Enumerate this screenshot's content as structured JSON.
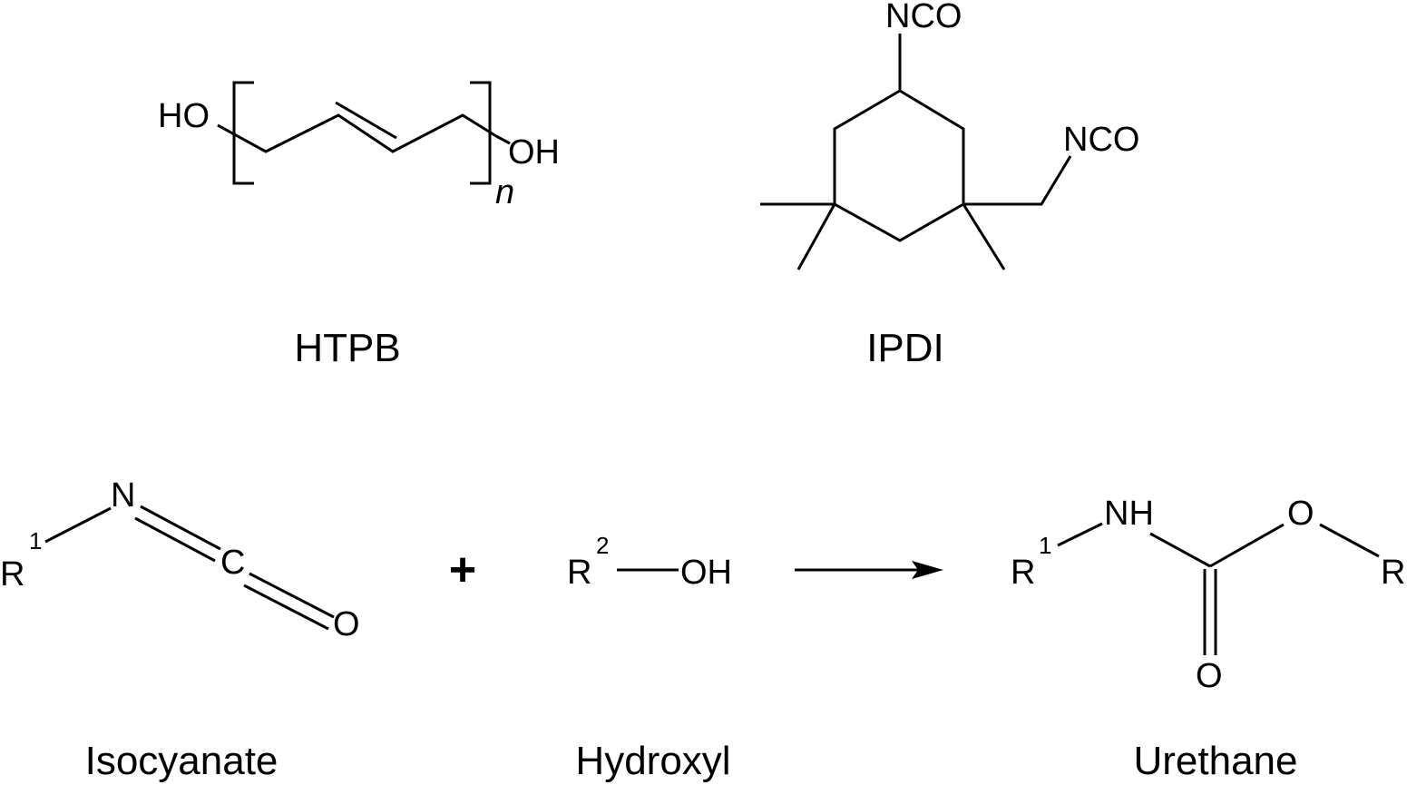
{
  "htpb": {
    "ho": "HO",
    "oh": "OH",
    "n": "n",
    "label": "HTPB"
  },
  "ipdi": {
    "nco_top": "NCO",
    "nco_right": "NCO",
    "label": "IPDI"
  },
  "reaction": {
    "isocyanate": {
      "r": "R",
      "r_sup": "1",
      "n": "N",
      "c": "C",
      "o": "O",
      "label": "Isocyanate"
    },
    "plus": "+",
    "hydroxyl": {
      "r": "R",
      "r_sup": "2",
      "oh": "OH",
      "label": "Hydroxyl"
    },
    "urethane": {
      "r1": "R",
      "r1_sup": "1",
      "nh": "NH",
      "o_ester": "O",
      "r2": "R",
      "o_carbonyl": "O",
      "label": "Urethane"
    }
  }
}
